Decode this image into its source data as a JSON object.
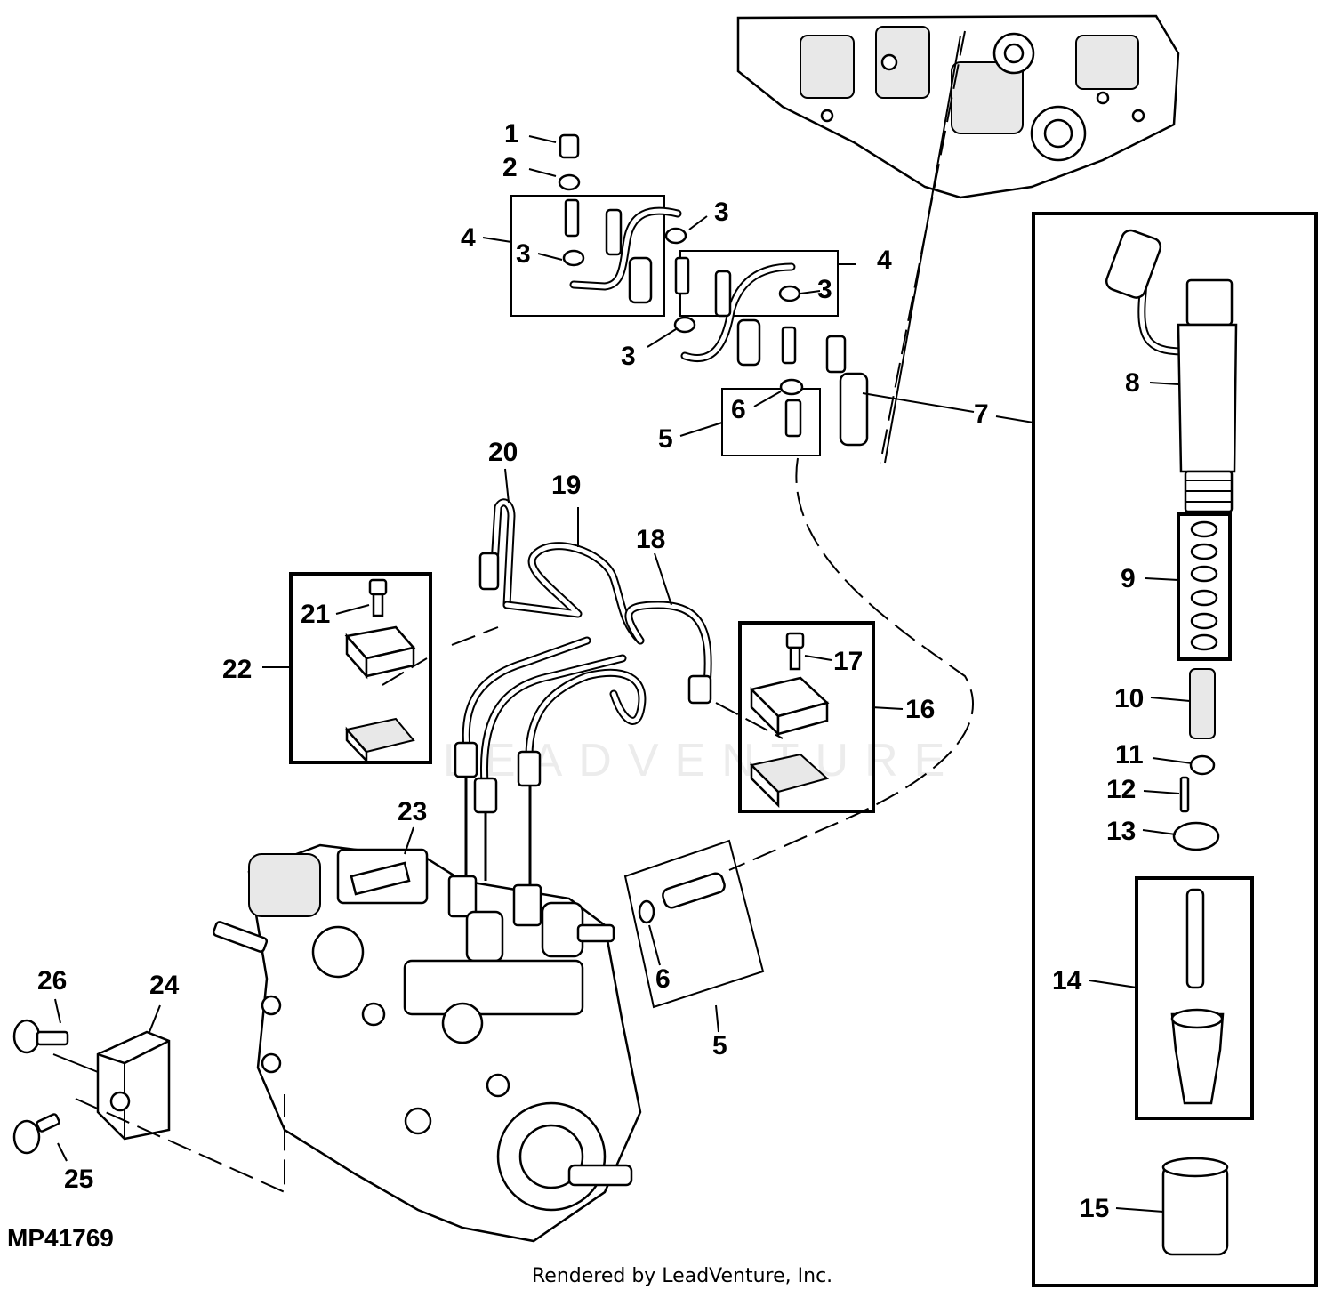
{
  "figure": {
    "id": "MP41769",
    "credit": "Rendered by LeadVenture, Inc.",
    "watermark": "LEADVENTURE"
  },
  "callouts": {
    "c1": "1",
    "c2": "2",
    "c3a": "3",
    "c3b": "3",
    "c3c": "3",
    "c3d": "3",
    "c4a": "4",
    "c4b": "4",
    "c5a": "5",
    "c5b": "5",
    "c6a": "6",
    "c6b": "6",
    "c7": "7",
    "c8": "8",
    "c9": "9",
    "c10": "10",
    "c11": "11",
    "c12": "12",
    "c13": "13",
    "c14": "14",
    "c15": "15",
    "c16": "16",
    "c17": "17",
    "c18": "18",
    "c19": "19",
    "c20": "20",
    "c21": "21",
    "c22": "22",
    "c23": "23",
    "c24": "24",
    "c25": "25",
    "c26": "26"
  }
}
